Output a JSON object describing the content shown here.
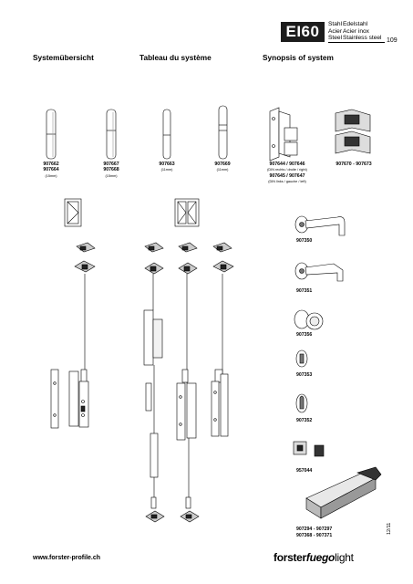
{
  "header": {
    "badge": "EI60",
    "materials": [
      {
        "a": "Stahl",
        "b": "Edelstahl"
      },
      {
        "a": "Acier",
        "b": "Acier inox"
      },
      {
        "a": "Steel",
        "b": "Stainless steel"
      }
    ],
    "page_number": "109"
  },
  "columns": {
    "de": "Systemübersicht",
    "fr": "Tableau du système",
    "en": "Synopsis of system"
  },
  "parts_top": [
    {
      "l1": "907662",
      "l2": "907664",
      "sub": "(15mm)"
    },
    {
      "l1": "907667",
      "l2": "907668",
      "sub": "(15mm)"
    },
    {
      "l1": "907663",
      "l2": "",
      "sub": "(11mm)"
    },
    {
      "l1": "907669",
      "l2": "",
      "sub": "(11mm)"
    },
    {
      "l1": "907644 / 907646",
      "sub1": "(DIN rechts / droite / right)",
      "l2": "907645 / 907647",
      "sub": "(DIN links / gauche / left)"
    },
    {
      "l1": "907670 - 907673"
    }
  ],
  "handles": [
    "907350",
    "907351",
    "907356",
    "907353",
    "907352",
    "957044"
  ],
  "bottom_part": {
    "l1": "907294 - 907297",
    "l2": "907368 - 907371"
  },
  "footer": {
    "url": "www.forster-profile.ch",
    "logo_a": "forster",
    "logo_b": "fuego",
    "logo_c": "light",
    "datecode": "12/11"
  }
}
